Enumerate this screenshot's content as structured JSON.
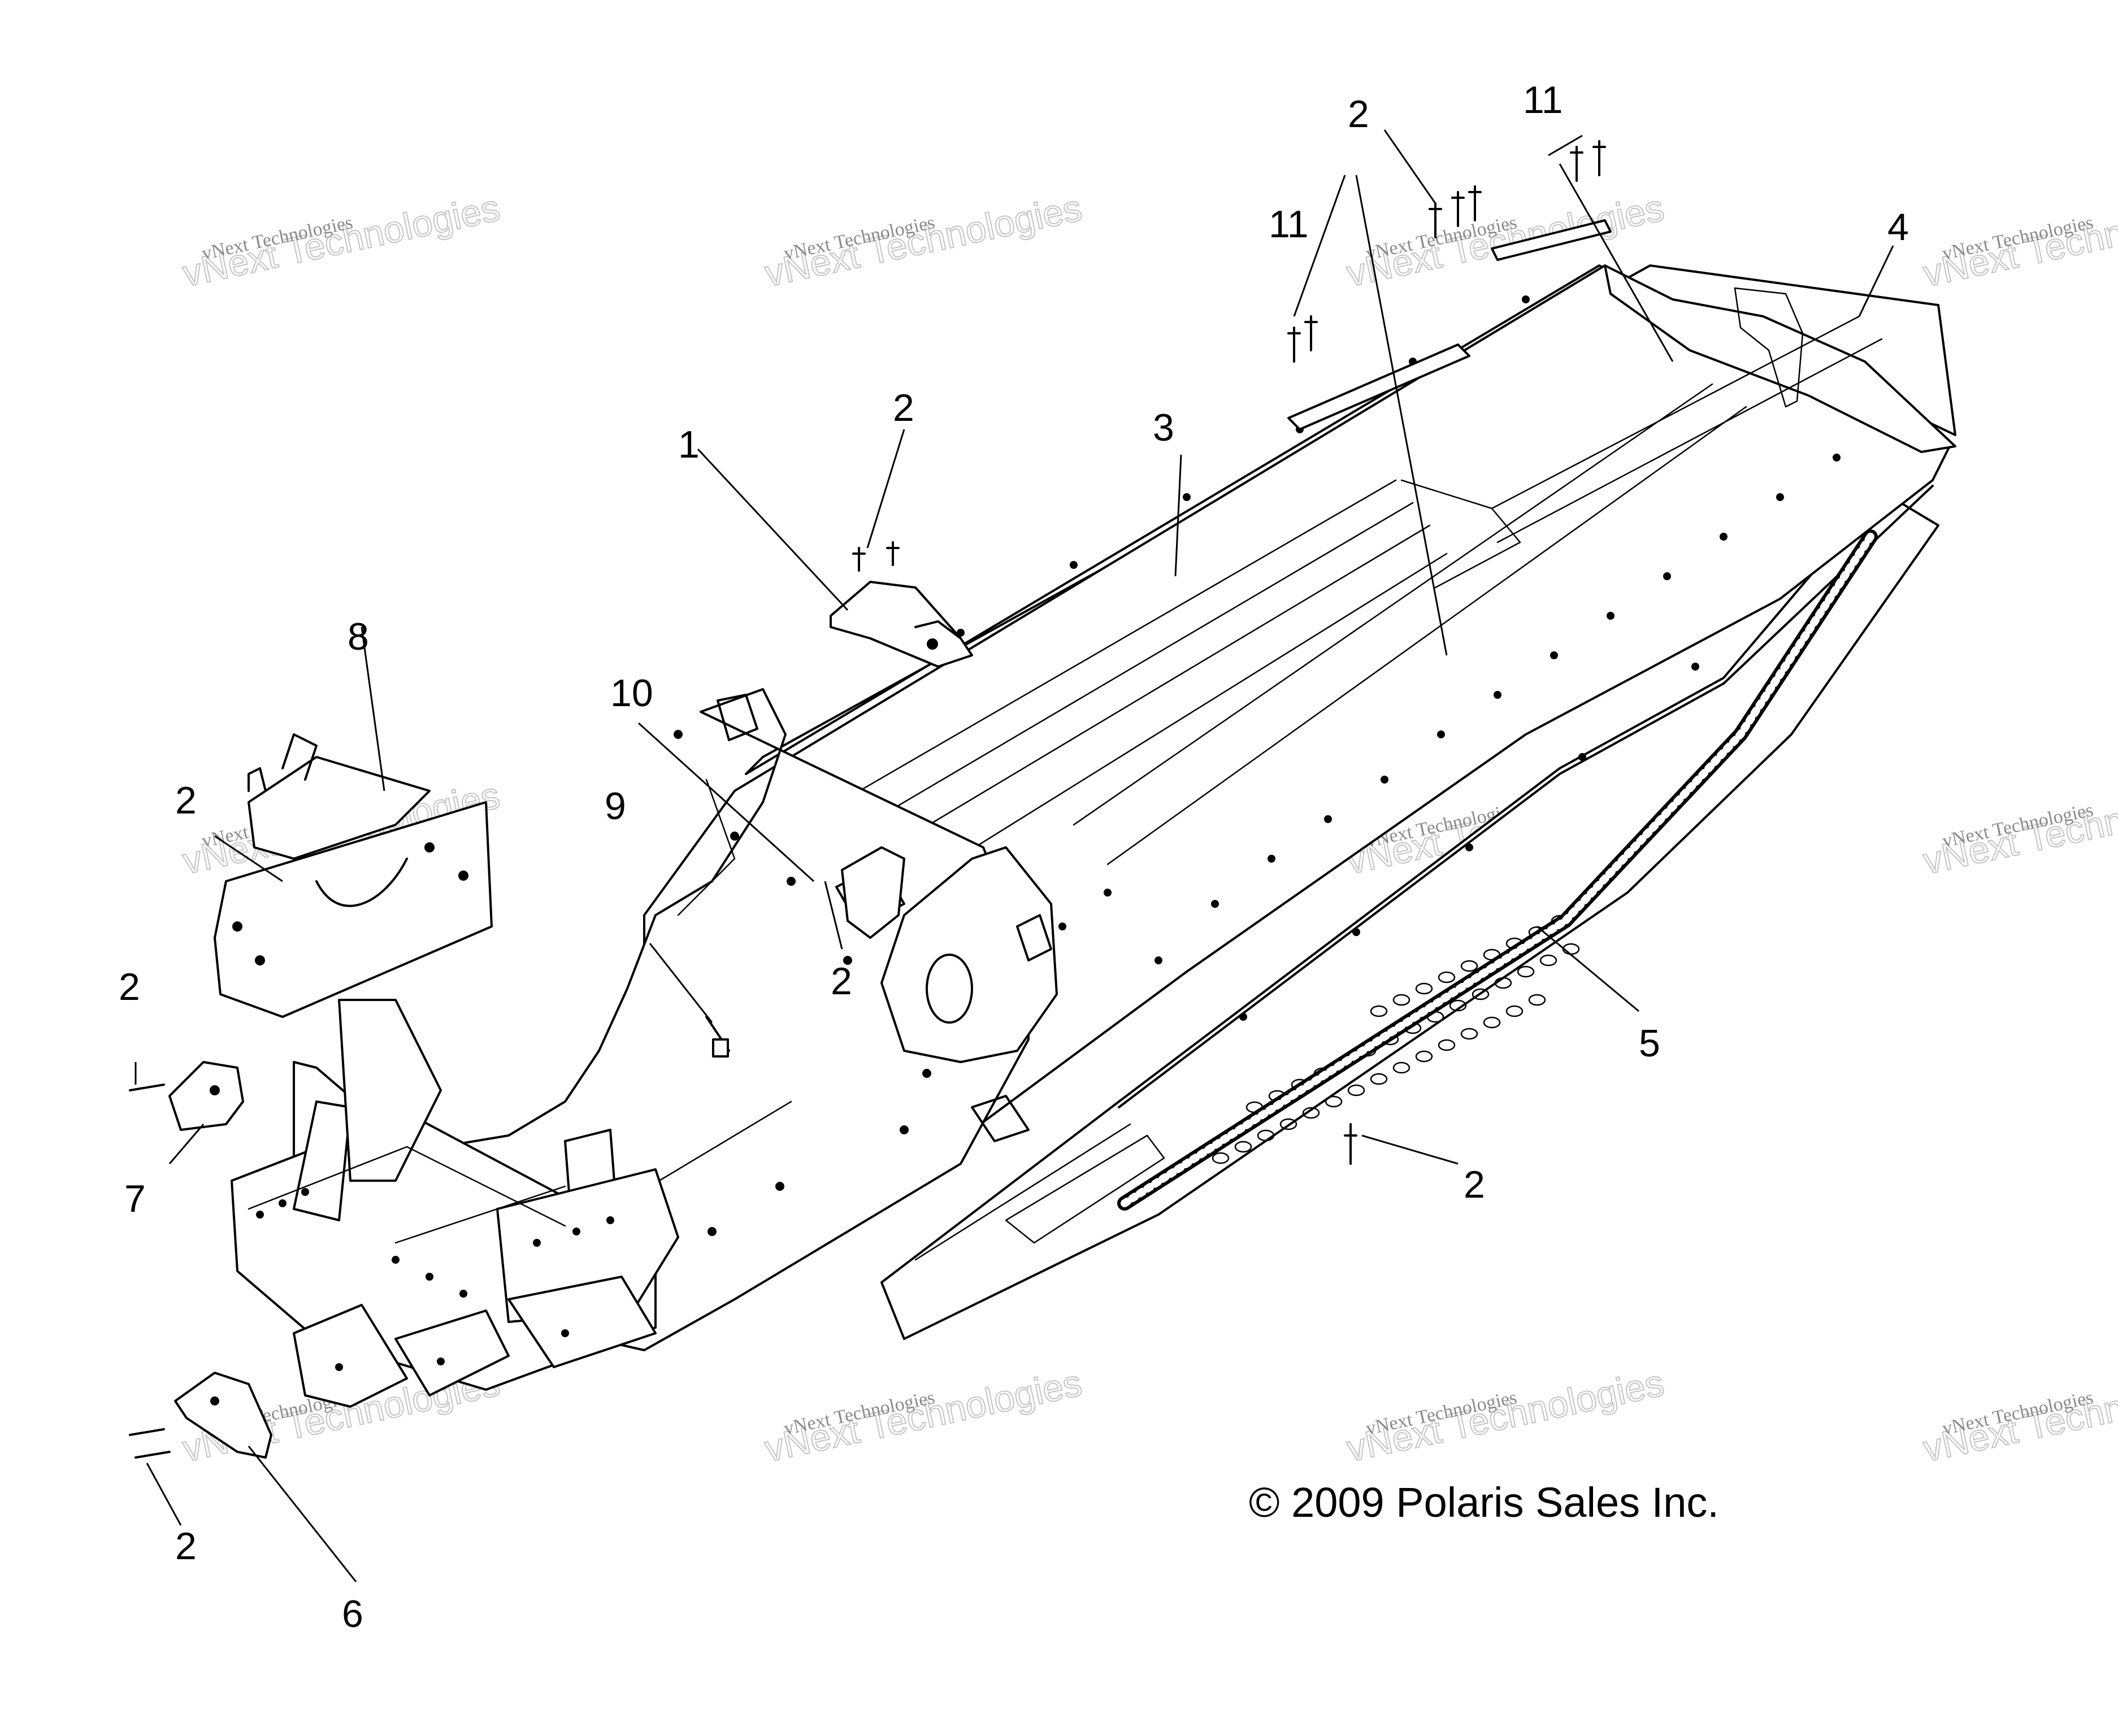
{
  "diagram": {
    "callouts": [
      "1",
      "2",
      "3",
      "4",
      "5",
      "6",
      "7",
      "8",
      "9",
      "10",
      "11"
    ],
    "copyright": "© 2009 Polaris Sales Inc.",
    "watermark": {
      "small": "vNext Technologies",
      "large": "vNext Technologies"
    },
    "colors": {
      "line": "#000000",
      "background": "#ffffff",
      "watermark": "#c4c4c4"
    }
  }
}
